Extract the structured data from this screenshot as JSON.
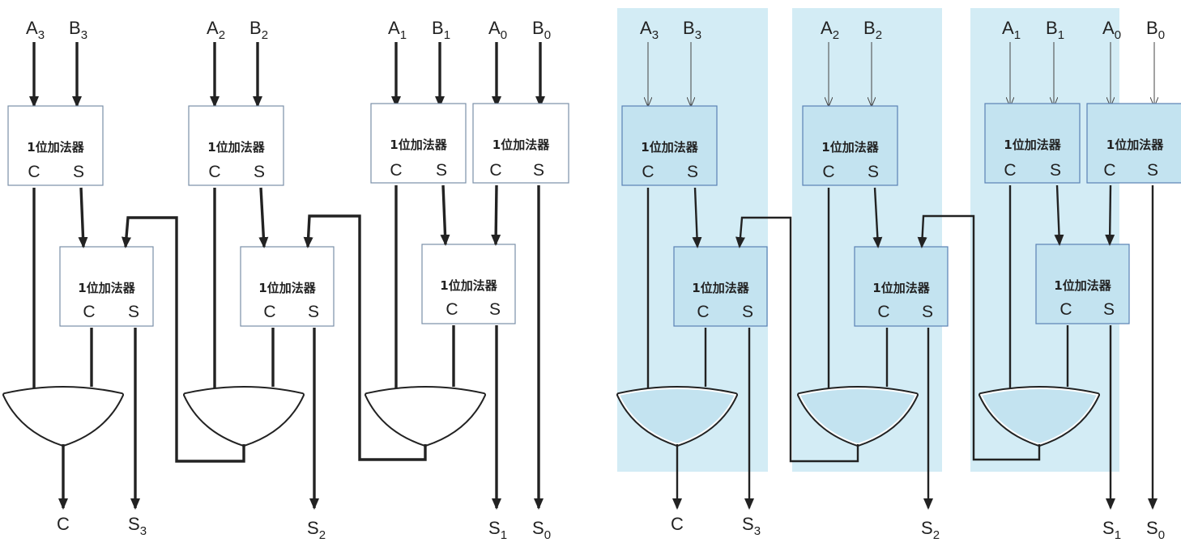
{
  "adder_label": "1位加法器",
  "carry_port": "C",
  "sum_port": "S",
  "carry_out": "C",
  "input_letter_a": "A",
  "input_letter_b": "B",
  "output_letter": "S",
  "bit_indices": [
    "3",
    "2",
    "1",
    "0"
  ],
  "colors": {
    "wire": "#222222",
    "box_fill": "#ffffff",
    "box_stroke": "#7a8fa8",
    "highlight_fill": "#d3ecf5",
    "box_fill_right": "#c3e3f0",
    "box_stroke_right": "#5a82b4"
  }
}
